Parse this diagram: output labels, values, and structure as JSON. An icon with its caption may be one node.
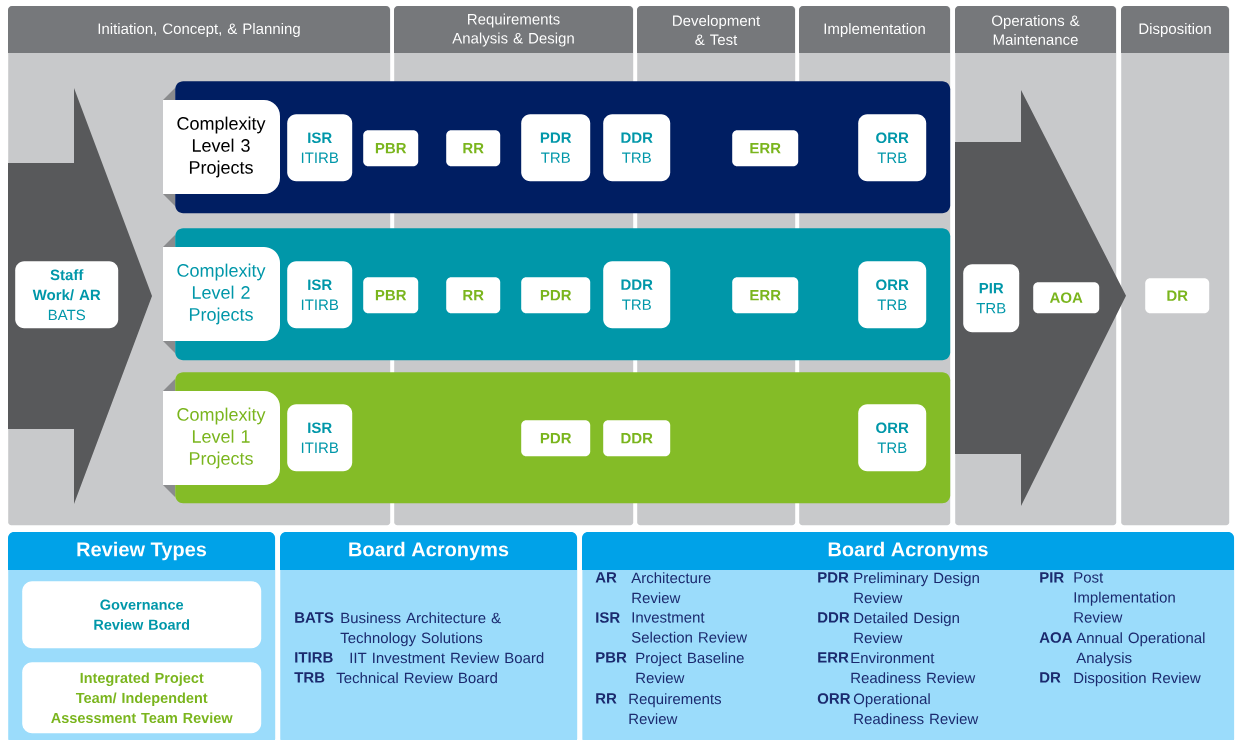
{
  "diagram": {
    "nodes": [
      {
        "text": [
          "Initiation, Concept, & Planning"
        ]
      },
      {
        "text": [
          "Requirements Analysis & Design"
        ]
      },
      {
        "text": [
          "Development & Test"
        ]
      },
      {
        "text": [
          "Implementation"
        ]
      },
      {
        "text": [
          "Operations & Maintenance"
        ]
      },
      {
        "text": [
          "Disposition"
        ]
      },
      {
        "text": [
          "Staff Work/ AR",
          "BATS"
        ],
        "in": 0
      },
      {
        "text": [
          "Complexity Level 3 Projects"
        ]
      },
      {
        "text": [
          "ISR",
          "ITIRB"
        ]
      },
      {
        "text": [
          "PBR"
        ],
        "in": 7
      },
      {
        "text": [
          "RR"
        ]
      },
      {
        "text": [
          "PDR",
          "TRB"
        ]
      },
      {
        "text": [
          "DDR",
          "TRB"
        ],
        "in": 7
      },
      {
        "text": [
          "ERR"
        ]
      },
      {
        "text": [
          "ORR",
          "TRB"
        ]
      },
      {
        "text": [
          "Complexity Level 2 Projects"
        ]
      },
      {
        "text": [
          "ISR",
          "ITIRB"
        ]
      },
      {
        "text": [
          "PBR"
        ],
        "in": 15
      },
      {
        "text": [
          "RR"
        ]
      },
      {
        "text": [
          "PDR"
        ]
      },
      {
        "text": [
          "DDR",
          "TRB"
        ],
        "in": 15
      },
      {
        "text": [
          "ERR"
        ]
      },
      {
        "text": [
          "ORR",
          "TRB"
        ]
      },
      {
        "text": [
          "Complexity Level 1 Projects"
        ]
      },
      {
        "text": [
          "ISR",
          "ITIRB"
        ]
      },
      {
        "text": [
          "PDR"
        ]
      },
      {
        "text": [
          "DDR"
        ],
        "in": 23
      },
      {
        "text": [
          "ORR",
          "TRB"
        ]
      },
      {
        "text": [
          "PIR",
          "TRB"
        ],
        "in": 4
      },
      {
        "text": [
          "AOA"
        ],
        "in": 4
      },
      {
        "text": [
          "DR"
        ],
        "in": 5
      },
      {
        "text": [
          "Review Types"
        ]
      },
      {
        "text": [
          "Governance Review Board"
        ],
        "in": 31
      },
      {
        "text": [
          "Integrated Project Team/ Independent Assessment Team Review"
        ],
        "in": 31
      },
      {
        "text": [
          "Board Acronyms",
          "BATS",
          "Business Architecture & Technology Solutions",
          "ITIRB",
          "IIT Investment Review Board",
          "TRB",
          "Technical Review Board"
        ]
      },
      {
        "text": [
          "Board Acronyms",
          "AR",
          "Architecture Review",
          "ISR",
          "Investment Selection Review",
          "PBR",
          "Project Baseline Review",
          "RR",
          "Requirements Review",
          "PDR",
          "Preliminary Design Review",
          "DDR",
          "Detailed Design Review",
          "ERR",
          "Environment Readiness Review",
          "ORR",
          "Operational Readiness Review",
          "PIR",
          "Post Implementation Review",
          "AOA",
          "Annual Operational Analysis",
          "DR",
          "Disposition Review"
        ]
      }
    ],
    "edges": [
      {
        "from": null,
        "to": 30,
        "arrow": "to"
      }
    ]
  }
}
